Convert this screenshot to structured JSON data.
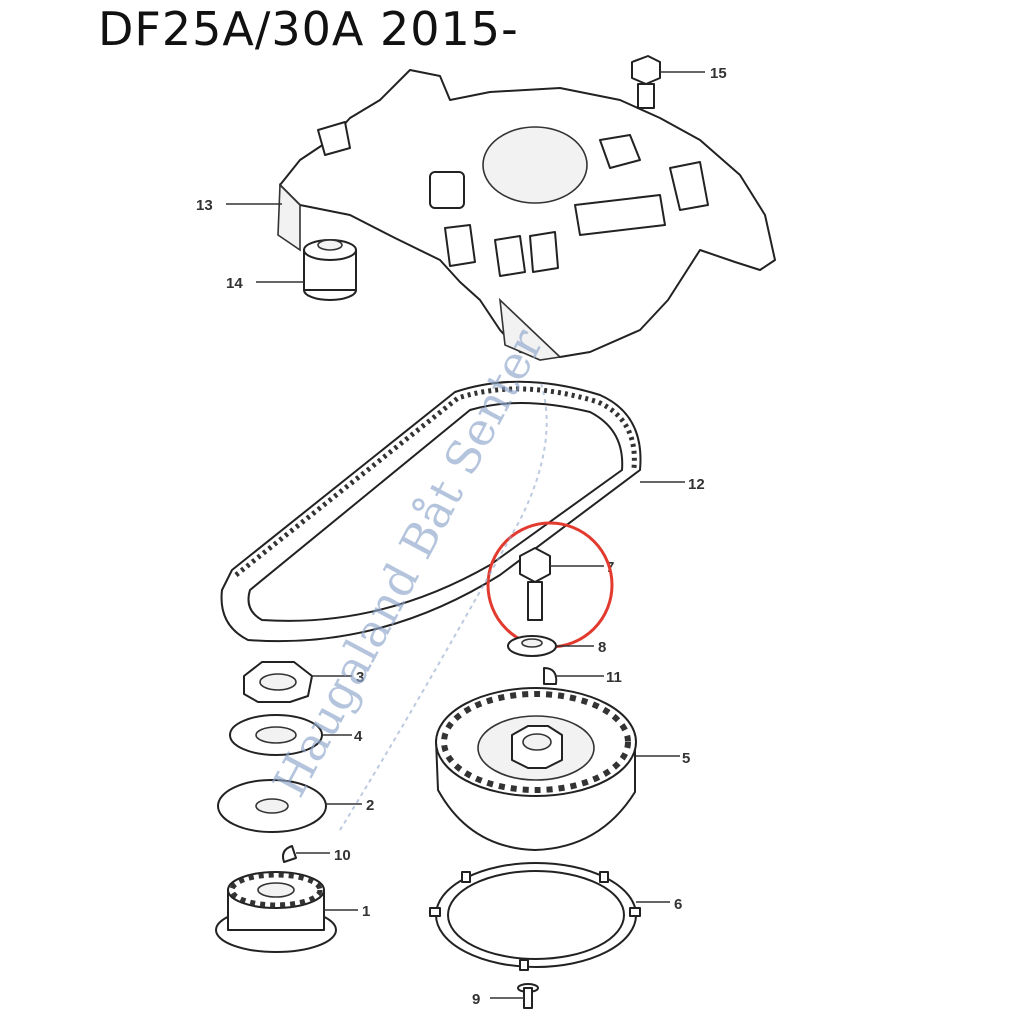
{
  "title": "DF25A/30A 2015-",
  "watermark": {
    "text": "Haugaland Båt Senter",
    "blue_color": "#8fa6cc",
    "red_color": "#e0523a"
  },
  "callouts": [
    "1",
    "2",
    "3",
    "4",
    "5",
    "6",
    "7",
    "8",
    "9",
    "10",
    "11",
    "12",
    "13",
    "14",
    "15"
  ],
  "highlight": {
    "target_callout": "7",
    "color": "#e23a2e"
  }
}
